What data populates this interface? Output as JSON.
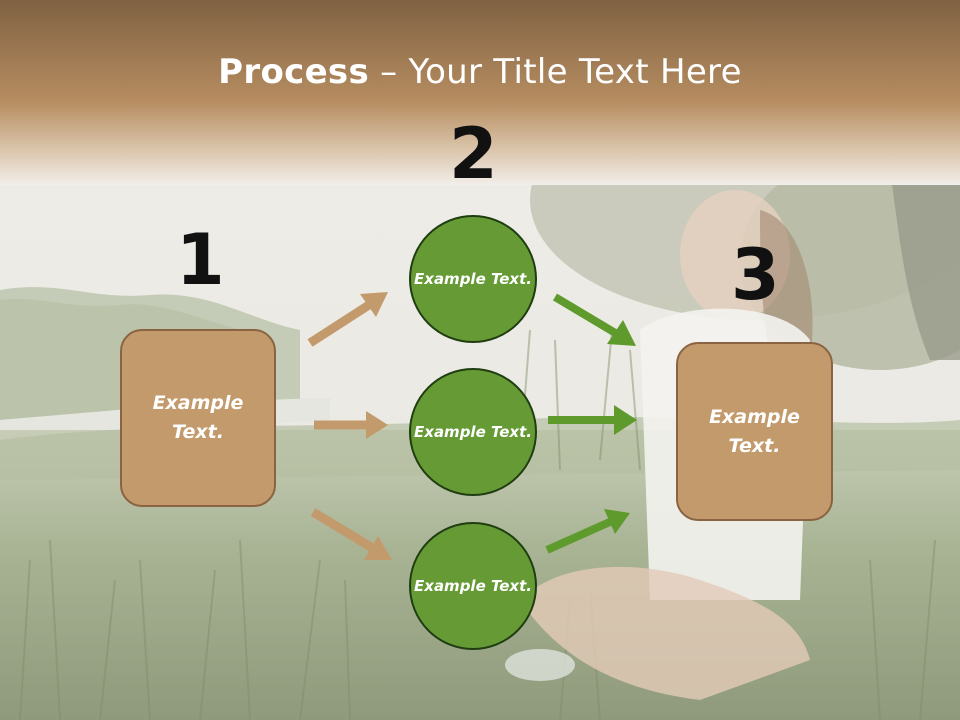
{
  "slide": {
    "title_bold": "Process",
    "title_rest": " – Your Title Text Here"
  },
  "colors": {
    "header_band": "#8a6a44",
    "box_fill": "#c39a6b",
    "circle_fill": "#659a35",
    "arrow_tan": "#c39a6b",
    "arrow_green": "#5e9a2c"
  },
  "steps": [
    {
      "number": "1",
      "label": "Example Text."
    },
    {
      "number": "2"
    },
    {
      "number": "3",
      "label": "Example Text."
    }
  ],
  "middle_items": [
    {
      "label": "Example Text."
    },
    {
      "label": "Example Text."
    },
    {
      "label": "Example Text."
    }
  ]
}
